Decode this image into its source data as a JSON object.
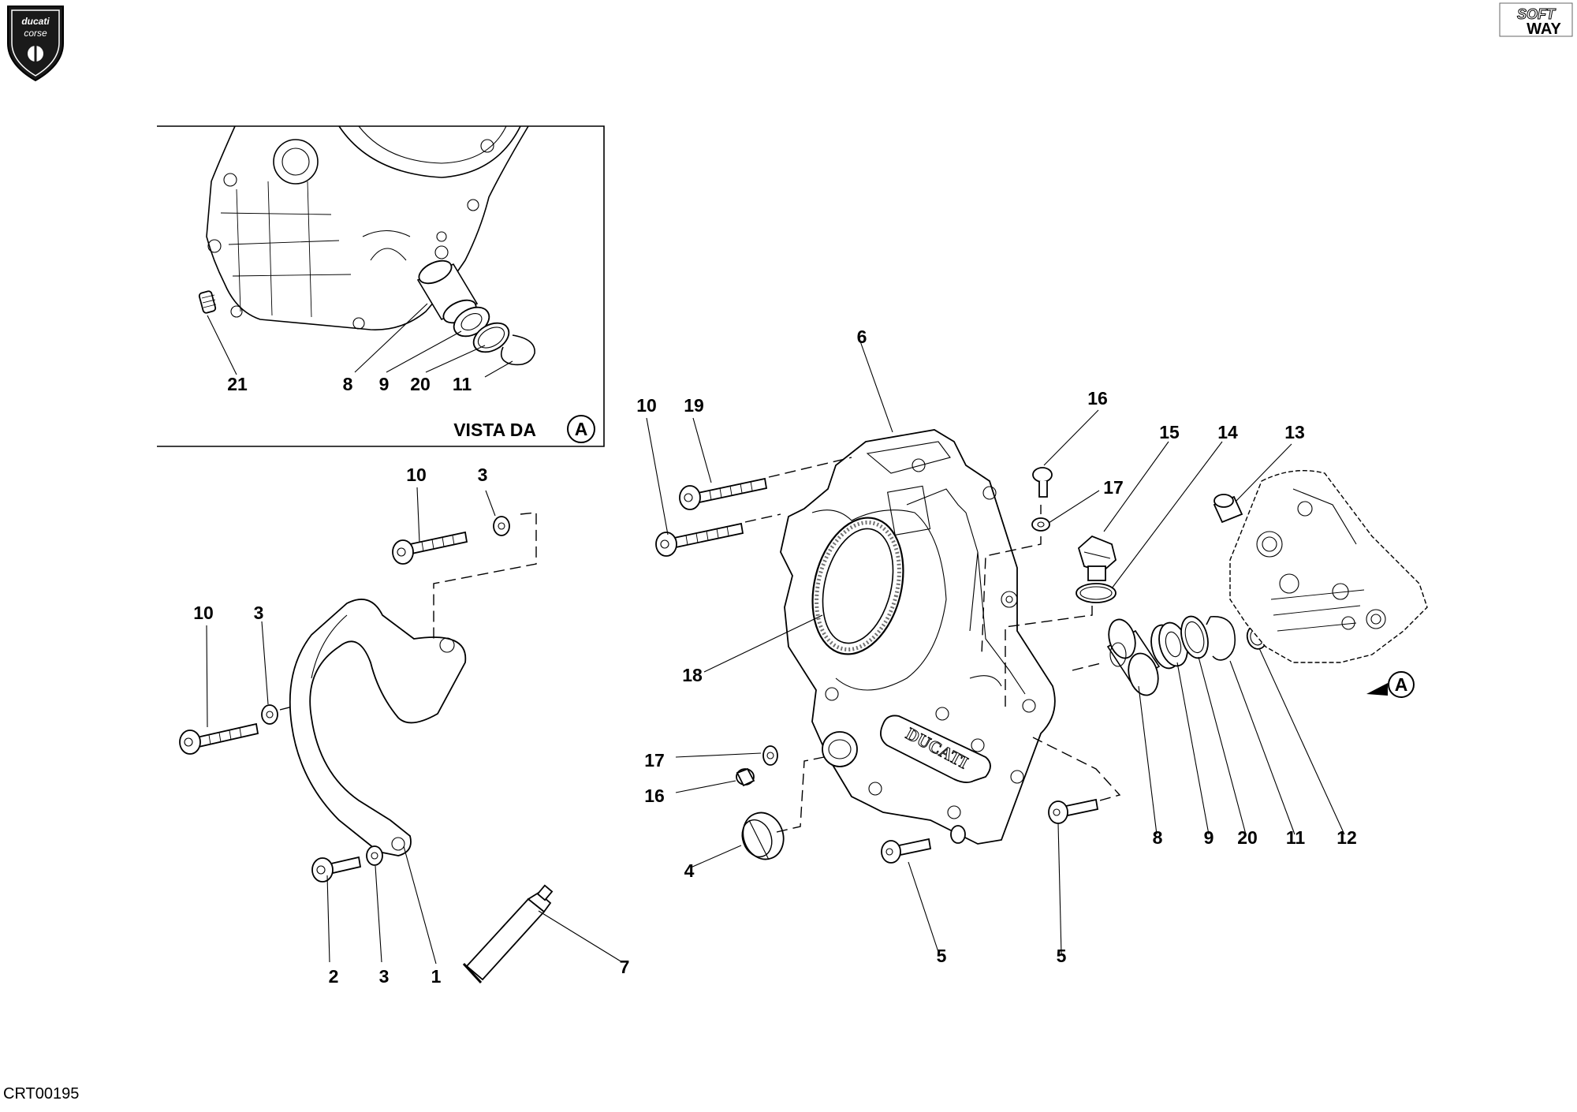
{
  "brand": {
    "logo_line1": "ducati",
    "logo_line2": "corse",
    "corner_logo_line1": "SOFT",
    "corner_logo_line2": "WAY"
  },
  "inset": {
    "view_label": "VISTA DA",
    "view_marker": "A"
  },
  "main_view_marker": "A",
  "drawing_code": "CRT00195",
  "cover_text": "DUCATI",
  "callouts": [
    {
      "id": "c21a",
      "text": "21"
    },
    {
      "id": "c8a",
      "text": "8"
    },
    {
      "id": "c9a",
      "text": "9"
    },
    {
      "id": "c20a",
      "text": "20"
    },
    {
      "id": "c11a",
      "text": "11"
    },
    {
      "id": "c10a",
      "text": "10"
    },
    {
      "id": "c3a",
      "text": "3"
    },
    {
      "id": "c10b",
      "text": "10"
    },
    {
      "id": "c3b",
      "text": "3"
    },
    {
      "id": "c2",
      "text": "2"
    },
    {
      "id": "c3c",
      "text": "3"
    },
    {
      "id": "c1",
      "text": "1"
    },
    {
      "id": "c7",
      "text": "7"
    },
    {
      "id": "c6",
      "text": "6"
    },
    {
      "id": "c10c",
      "text": "10"
    },
    {
      "id": "c19",
      "text": "19"
    },
    {
      "id": "c18",
      "text": "18"
    },
    {
      "id": "c17a",
      "text": "17"
    },
    {
      "id": "c16a",
      "text": "16"
    },
    {
      "id": "c4",
      "text": "4"
    },
    {
      "id": "c5a",
      "text": "5"
    },
    {
      "id": "c5b",
      "text": "5"
    },
    {
      "id": "c16b",
      "text": "16"
    },
    {
      "id": "c17b",
      "text": "17"
    },
    {
      "id": "c15",
      "text": "15"
    },
    {
      "id": "c14",
      "text": "14"
    },
    {
      "id": "c13",
      "text": "13"
    },
    {
      "id": "c8b",
      "text": "8"
    },
    {
      "id": "c9b",
      "text": "9"
    },
    {
      "id": "c20b",
      "text": "20"
    },
    {
      "id": "c11b",
      "text": "11"
    },
    {
      "id": "c12",
      "text": "12"
    }
  ]
}
